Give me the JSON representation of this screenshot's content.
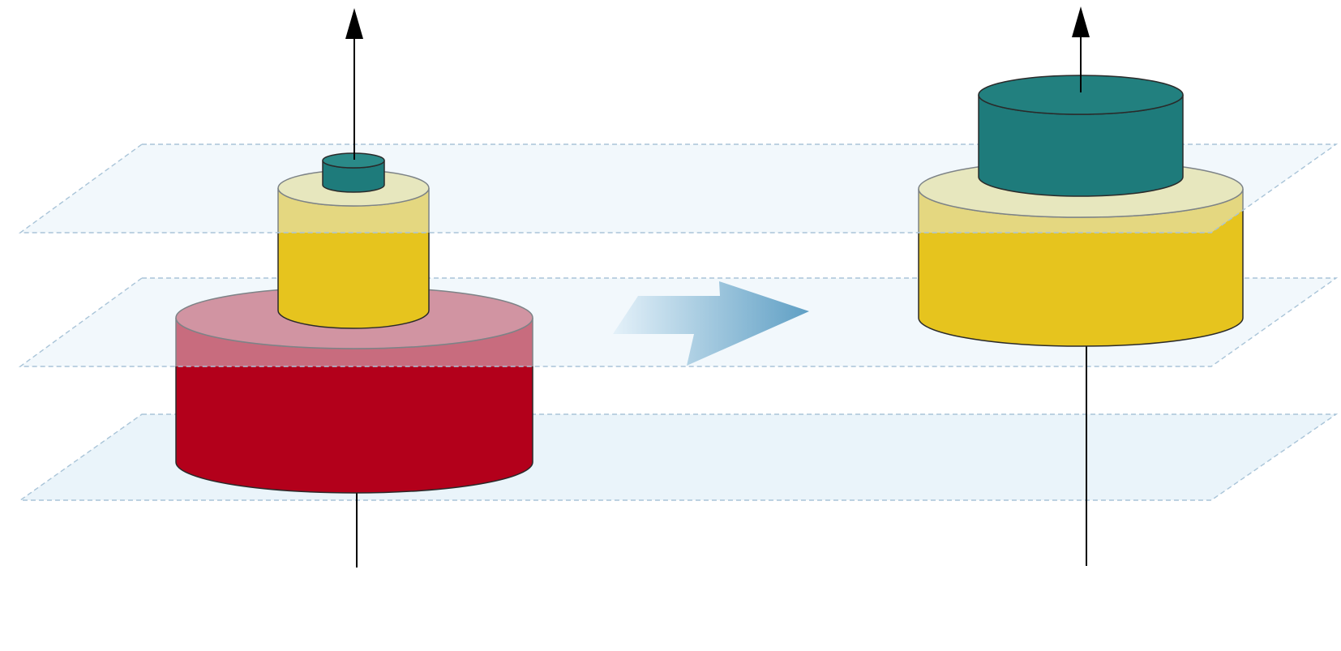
{
  "diagram": {
    "planes": [
      {
        "id": "top-plane",
        "fill": "#e3f0f8",
        "edge": "#a9c4d8"
      },
      {
        "id": "middle-plane",
        "fill": "#e3f0f8",
        "edge": "#a9c4d8"
      },
      {
        "id": "bottom-plane",
        "fill": "#e3f0f8",
        "edge": "#a9c4d8"
      }
    ],
    "left_stack": {
      "axis_arrow": "up",
      "layers": [
        {
          "id": "red-layer",
          "color": "#b3001b",
          "top_color": "#c44a5c"
        },
        {
          "id": "yellow-layer",
          "color": "#e6c41e",
          "top_color": "#e9d77a"
        },
        {
          "id": "teal-layer",
          "color": "#1e7b7b",
          "top_color": "#1e7b7b"
        }
      ]
    },
    "transition_arrow": {
      "direction": "right",
      "gradient": [
        "#dcecf6",
        "#5f9fc4"
      ]
    },
    "right_stack": {
      "axis_arrow": "up",
      "layers": [
        {
          "id": "yellow-layer",
          "color": "#e6c41e",
          "top_color": "#e9d77a"
        },
        {
          "id": "teal-layer",
          "color": "#1e7b7b",
          "top_color": "#1e7b7b"
        }
      ]
    },
    "colors": {
      "line": "#000000",
      "outline": "#2a2a2a",
      "background": "#ffffff"
    }
  }
}
